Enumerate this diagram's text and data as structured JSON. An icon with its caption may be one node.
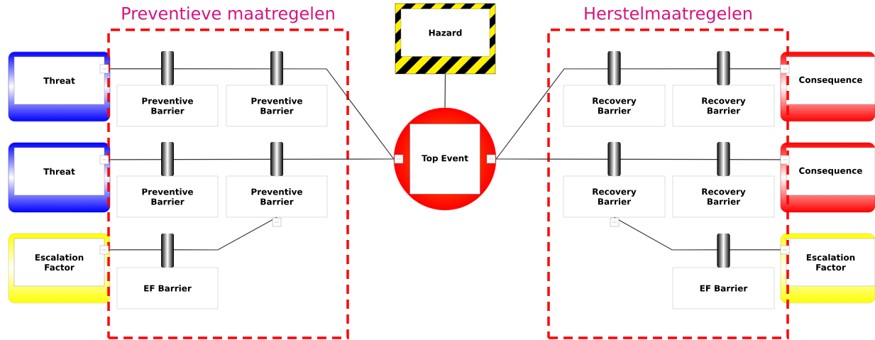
{
  "diagram": {
    "nodes": [
      {
        "text": [
          "Preventieve maatregelen"
        ]
      },
      {
        "text": [
          "Hazard"
        ]
      },
      {
        "text": [
          "Herstelmaatregelen"
        ]
      },
      {
        "text": [
          "Threat"
        ]
      },
      {
        "text": [
          "Preventive Barrier"
        ],
        "in": 0
      },
      {
        "text": [
          "Preventive Barrier"
        ],
        "in": 0
      },
      {
        "text": [
          "Top Event"
        ]
      },
      {
        "text": [
          "Recovery Barrier"
        ],
        "in": 2
      },
      {
        "text": [
          "Recovery Barrier"
        ],
        "in": 2
      },
      {
        "text": [
          "Consequence"
        ]
      },
      {
        "text": [
          "Threat"
        ]
      },
      {
        "text": [
          "Preventive Barrier"
        ],
        "in": 0
      },
      {
        "text": [
          "Preventive Barrier"
        ],
        "in": 0
      },
      {
        "text": [
          "Recovery Barrier"
        ],
        "in": 2
      },
      {
        "text": [
          "Recovery Barrier"
        ],
        "in": 2
      },
      {
        "text": [
          "Consequence"
        ]
      },
      {
        "text": [
          "Escalation Factor"
        ]
      },
      {
        "text": [
          "EF Barrier"
        ],
        "in": 0
      },
      {
        "text": [
          "EF Barrier"
        ],
        "in": 2
      },
      {
        "text": [
          "Escalation Factor"
        ]
      }
    ],
    "edges": [
      {
        "from": 1,
        "to": 6,
        "arrow": "none"
      },
      {
        "from": 3,
        "to": 6,
        "arrow": "none"
      },
      {
        "from": 10,
        "to": 6,
        "arrow": "none"
      },
      {
        "from": 6,
        "to": 9,
        "arrow": "none"
      },
      {
        "from": 6,
        "to": 15,
        "arrow": "none"
      },
      {
        "from": 16,
        "to": 12,
        "arrow": "none"
      },
      {
        "from": 13,
        "to": 19,
        "arrow": "none"
      }
    ]
  }
}
